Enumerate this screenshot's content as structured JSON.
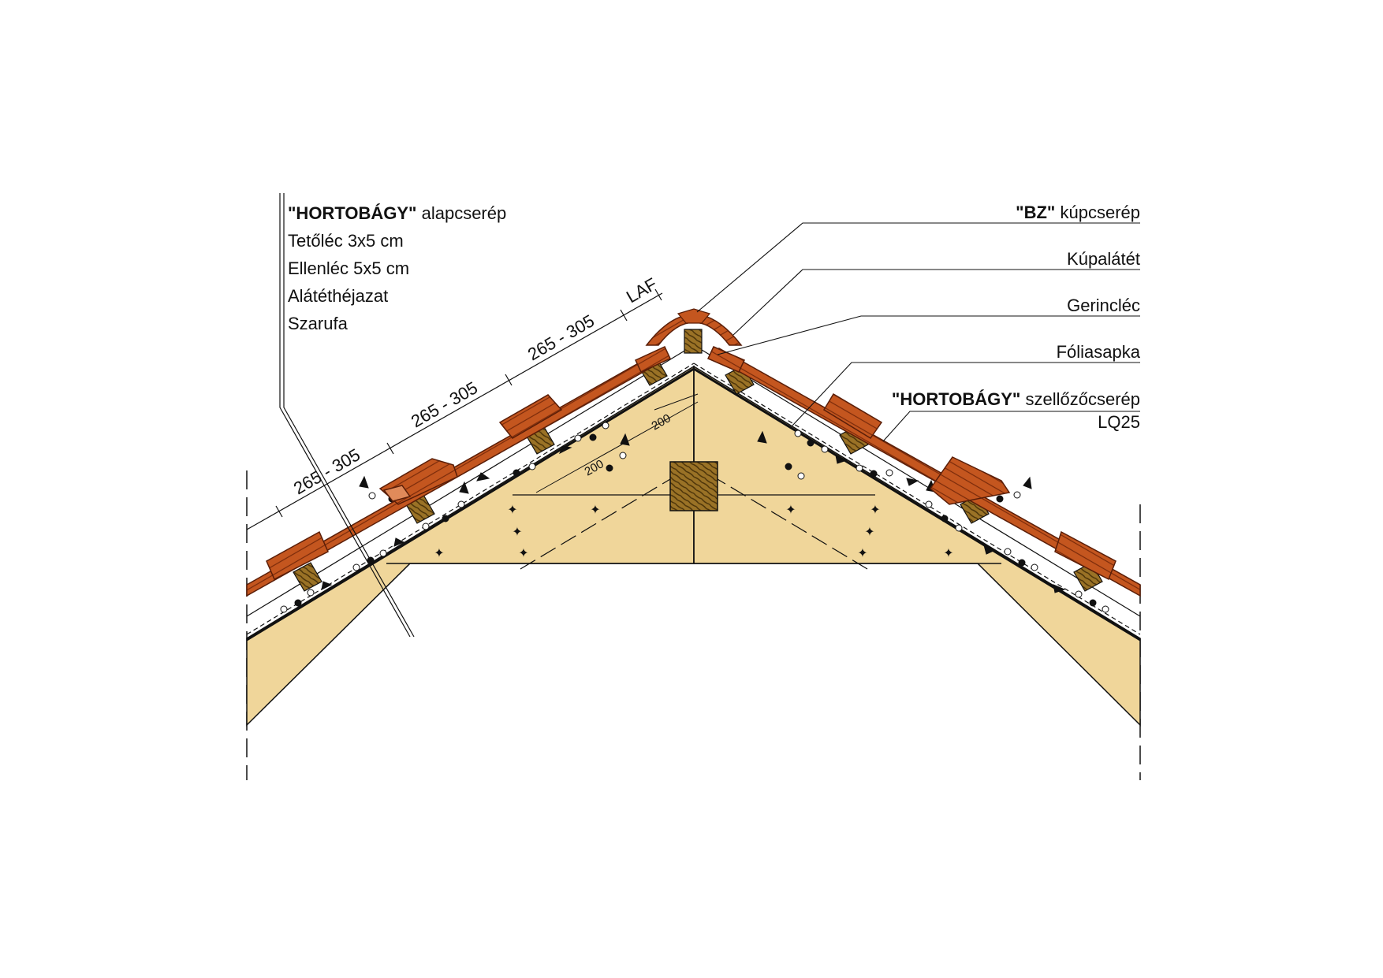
{
  "left_labels": {
    "brand_1": "\"HORTOBÁGY\"",
    "item_1": "alapcserép",
    "item_2": "Tetőléc 3x5 cm",
    "item_3": "Ellenléc 5x5 cm",
    "item_4": "Alátéthéjazat",
    "item_5": "Szarufa"
  },
  "right_labels": {
    "brand_1": "\"BZ\"",
    "item_1": "kúpcserép",
    "item_2": "Kúpalátét",
    "item_3": "Gerincléc",
    "item_4": "Fóliasapka",
    "brand_5": "\"HORTOBÁGY\"",
    "item_5": "szellőzőcserép",
    "item_6": "LQ25"
  },
  "dimensions": {
    "batten_spacing_1": "265 - 305",
    "batten_spacing_2": "265 - 305",
    "batten_spacing_3": "265 - 305",
    "laf": "LAF",
    "offset_1": "200",
    "offset_2": "200"
  },
  "colors": {
    "timber": "#f0d69a",
    "tile": "#c0521d",
    "tile_edge": "#5a1e08",
    "batten": "#8b6a1f",
    "line": "#111111"
  }
}
